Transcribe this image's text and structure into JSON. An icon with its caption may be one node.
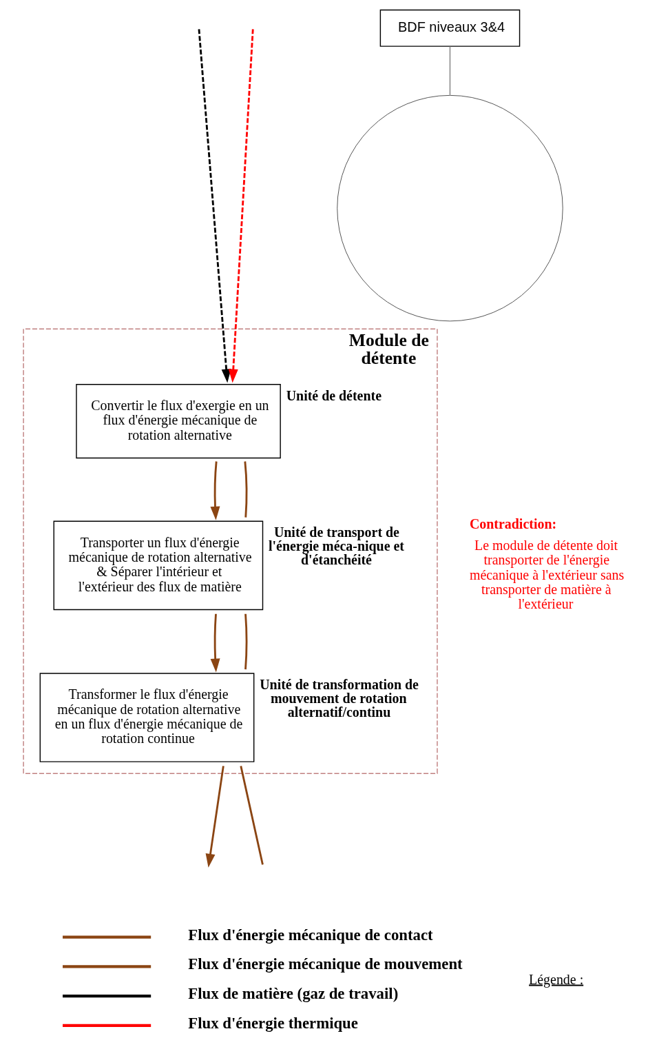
{
  "diagram": {
    "nodes": [
      {
        "text": [
          "Module de détente"
        ]
      },
      {
        "text": [
          "BDF niveaux 3&4"
        ]
      },
      {
        "text": [],
        "shape": "circle"
      },
      {
        "text": [
          "Convertir le flux d'exergie en un flux d'énergie mécanique de rotation alternative"
        ],
        "in": 0,
        "beside": [
          "Unité de détente"
        ]
      },
      {
        "text": [
          "Transporter un flux d'énergie mécanique de rotation alternative & Séparer l'intérieur et l'extérieur des flux de matière"
        ],
        "in": 0,
        "beside": [
          "Unité de transport de l'énergie méca-nique et d'étanchéité"
        ]
      },
      {
        "text": [
          "Transformer le flux d'énergie mécanique de rotation alternative en un flux d'énergie mécanique de rotation continue"
        ],
        "in": 0,
        "beside": [
          "Unité de transformation de mouvement de rotation alternatif/continu"
        ]
      }
    ],
    "edges": [
      {
        "from": null,
        "to": 3,
        "arrow": "to",
        "style": "dashed",
        "color": "#000000"
      },
      {
        "from": null,
        "to": 3,
        "arrow": "to",
        "style": "dashed",
        "color": "#ff0000"
      },
      {
        "from": 3,
        "to": 4,
        "arrow": "to"
      },
      {
        "from": 3,
        "to": 4,
        "arrow": "none"
      },
      {
        "from": 4,
        "to": 5,
        "arrow": "to"
      },
      {
        "from": 4,
        "to": 5,
        "arrow": "none"
      },
      {
        "from": 5,
        "to": null,
        "arrow": "none"
      },
      {
        "from": 5,
        "to": null,
        "arrow": "to"
      },
      {
        "from": 1,
        "to": 2,
        "arrow": "none",
        "color": "#808080"
      }
    ],
    "labels": [
      "Contradiction:",
      "Le module de détente doit transporter de l'énergie mécanique à l'extérieur sans transporter de matière à l'extérieur",
      "Légende :"
    ],
    "legend": [
      {
        "text": "Flux d'énergie mécanique de contact"
      },
      {
        "text": "Flux d'énergie mécanique de mouvement"
      },
      {
        "text": "Flux de matière (gaz de travail)"
      },
      {
        "text": "Flux d'énergie thermique"
      }
    ]
  }
}
